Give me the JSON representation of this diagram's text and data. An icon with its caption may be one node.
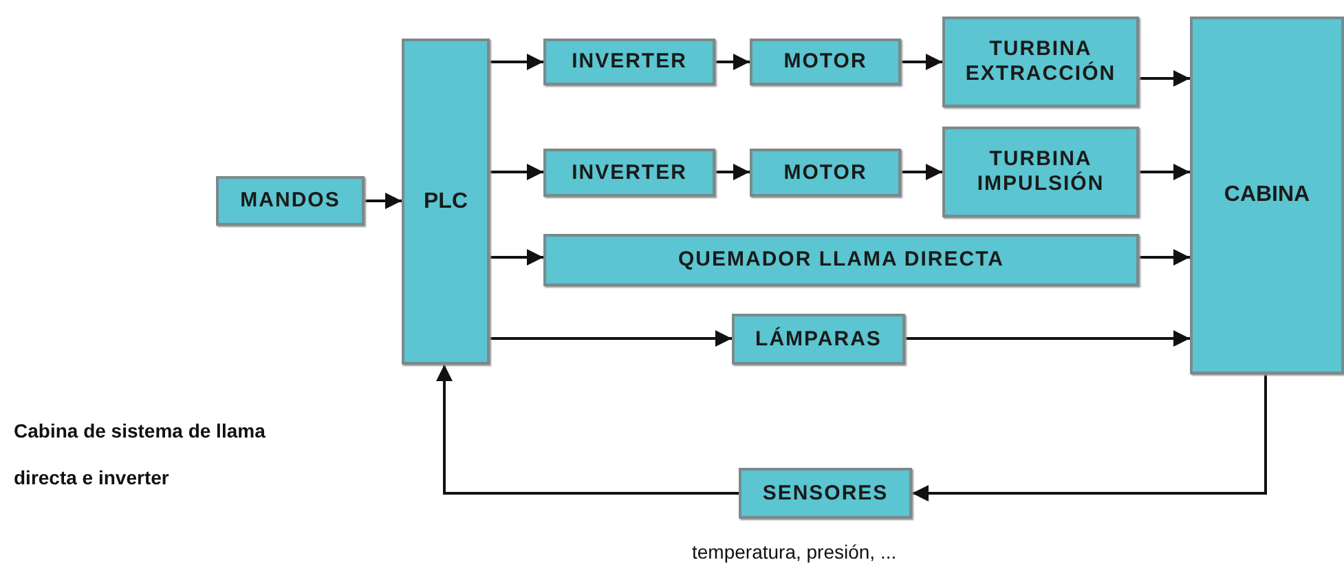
{
  "diagram": {
    "nodes": [
      {
        "text": [
          "MANDOS"
        ]
      },
      {
        "text": [
          "PLC"
        ]
      },
      {
        "text": [
          "INVERTER"
        ]
      },
      {
        "text": [
          "MOTOR"
        ]
      },
      {
        "text": [
          "TURBINA EXTRACCIÓN"
        ]
      },
      {
        "text": [
          "INVERTER"
        ]
      },
      {
        "text": [
          "MOTOR"
        ]
      },
      {
        "text": [
          "TURBINA IMPULSIÓN"
        ]
      },
      {
        "text": [
          "QUEMADOR LLAMA DIRECTA"
        ]
      },
      {
        "text": [
          "LÁMPARAS"
        ]
      },
      {
        "text": [
          "CABINA"
        ]
      },
      {
        "text": [
          "SENSORES"
        ],
        "beside": [
          "temperatura, presión, ..."
        ]
      }
    ],
    "edges": [
      {
        "from": 0,
        "to": 1,
        "arrow": "to"
      },
      {
        "from": 1,
        "to": 2,
        "arrow": "to"
      },
      {
        "from": 2,
        "to": 3,
        "arrow": "to"
      },
      {
        "from": 3,
        "to": 4,
        "arrow": "to"
      },
      {
        "from": 4,
        "to": 10,
        "arrow": "to"
      },
      {
        "from": 1,
        "to": 5,
        "arrow": "to"
      },
      {
        "from": 5,
        "to": 6,
        "arrow": "to"
      },
      {
        "from": 6,
        "to": 7,
        "arrow": "to"
      },
      {
        "from": 7,
        "to": 10,
        "arrow": "to"
      },
      {
        "from": 1,
        "to": 8,
        "arrow": "to"
      },
      {
        "from": 8,
        "to": 10,
        "arrow": "to"
      },
      {
        "from": 1,
        "to": 9,
        "arrow": "to"
      },
      {
        "from": 9,
        "to": 10,
        "arrow": "to"
      },
      {
        "from": 10,
        "to": 11,
        "arrow": "to"
      },
      {
        "from": 11,
        "to": 1,
        "arrow": "to"
      }
    ],
    "labels": [
      "Cabina de sistema de llama directa e inverter"
    ]
  }
}
